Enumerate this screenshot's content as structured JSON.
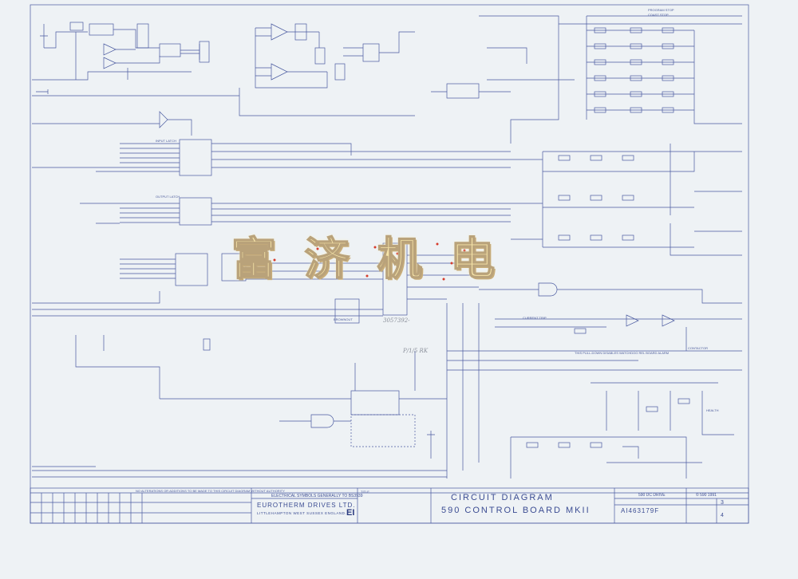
{
  "title_block": {
    "diagram_title_line1": "CIRCUIT DIAGRAM",
    "diagram_title_line2": "590 CONTROL BOARD MKII",
    "title_caption": "TITLE",
    "company": "EUROTHERM DRIVES LTD.",
    "company_address": "LITTLEHAMPTON WEST SUSSEX ENGLAND.",
    "electrical_note": "ELECTRICAL SYMBOLS GENERALLY TO BS3939",
    "alteration_note": "NO ALTERATIONS OR ADDITIONS TO BE MADE TO THIS CIRCUIT DIAGRAM WITHOUT AUTHORITY",
    "product_label": "590 DC DRIVE",
    "drawing_number": "AI463179F",
    "copyright": "© 590 1991",
    "sheet_current": "3",
    "sheet_total": "4",
    "logo_text": "EI"
  },
  "watermark": {
    "chars": [
      "富",
      "济",
      "机",
      "电"
    ]
  },
  "signal_labels": {
    "input_latch": "INPUT LATCH",
    "output_latch": "OUTPUT LATCH",
    "program_stop": "PROGRAM STOP",
    "coast_stop": "COAST STOP",
    "current_trip": "CURRENT TRIP",
    "contactor": "CONTACTOR",
    "health": "HEALTH",
    "pull_down_note": "THIS PULL-DOWN DISABLES WATCHDOG REL BOARD ALARM",
    "brownout": "BROWNOUT"
  },
  "handnotes": {
    "note_a": "3057392-",
    "note_b": "P/1/5 RK"
  },
  "colors": {
    "line": "#4a5aa0",
    "background": "#eef2f5",
    "watermark_fill": "#f6e4a8",
    "watermark_dots": "#d63a2a"
  }
}
